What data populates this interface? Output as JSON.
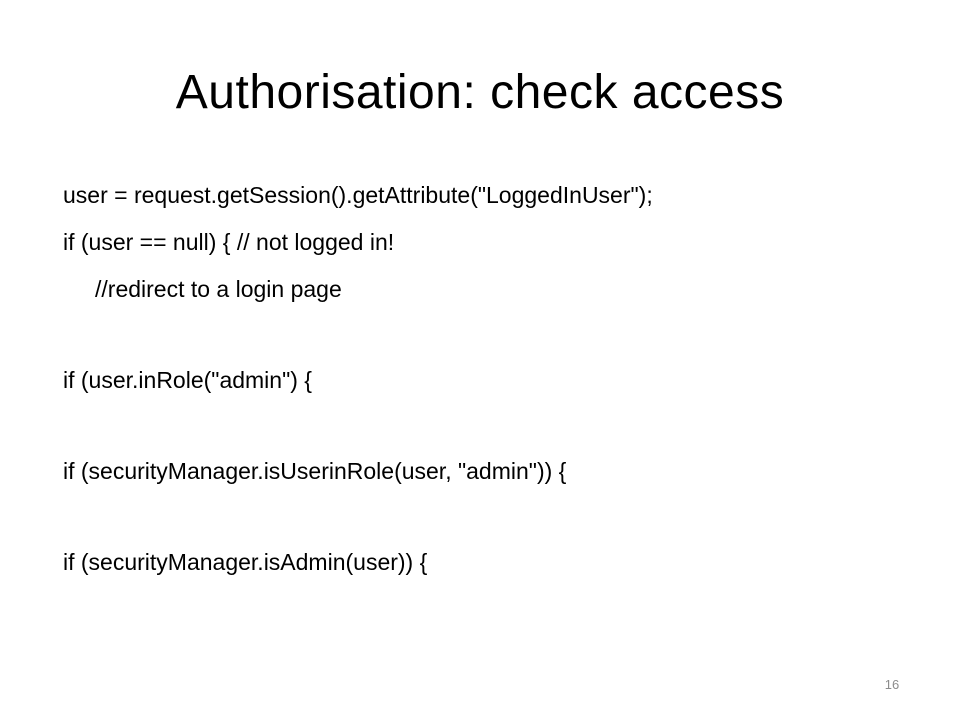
{
  "slide": {
    "title": "Authorisation: check access",
    "lines": [
      "user = request.getSession().getAttribute(\"LoggedInUser\");",
      "if (user == null) { // not logged in!",
      "//redirect to a login page",
      "if (user.inRole(\"admin\") {",
      "if (securityManager.isUserinRole(user, \"admin\")) {",
      "if (securityManager.isAdmin(user)) {"
    ],
    "page_number": "16"
  }
}
